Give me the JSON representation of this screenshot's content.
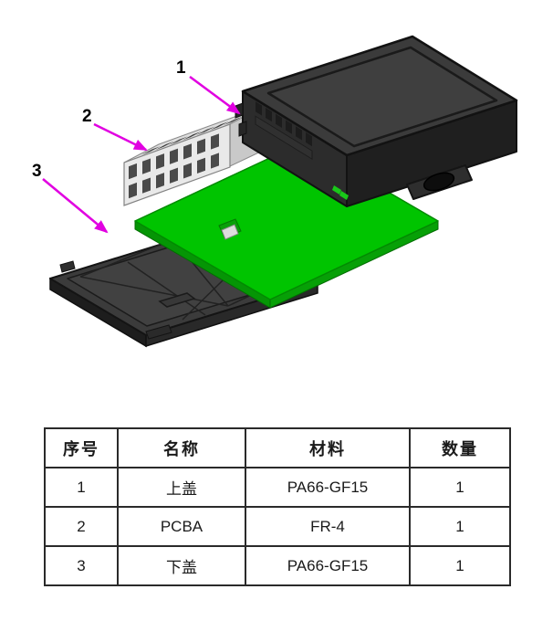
{
  "diagram": {
    "callouts": [
      {
        "label": "1"
      },
      {
        "label": "2"
      },
      {
        "label": "3"
      }
    ],
    "colors": {
      "arrow": "#e100e1",
      "pcb_green": "#00c400",
      "cover_dark": "#3b3b3b",
      "connector_white": "#e9e9e9"
    }
  },
  "table": {
    "headers": [
      "序号",
      "名称",
      "材料",
      "数量"
    ],
    "rows": [
      [
        "1",
        "上盖",
        "PA66-GF15",
        "1"
      ],
      [
        "2",
        "PCBA",
        "FR-4",
        "1"
      ],
      [
        "3",
        "下盖",
        "PA66-GF15",
        "1"
      ]
    ]
  }
}
